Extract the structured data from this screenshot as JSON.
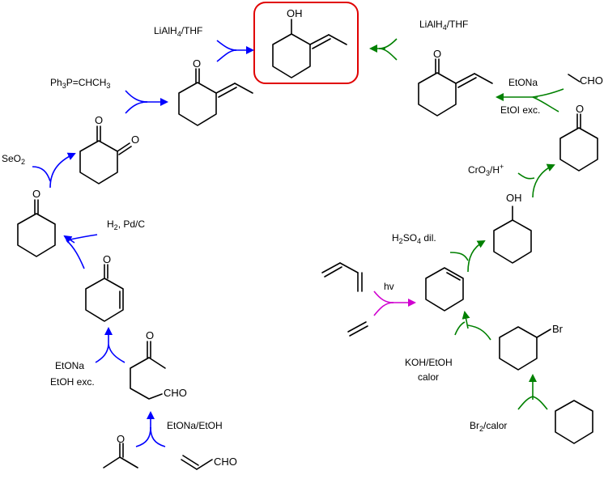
{
  "colors": {
    "blue_route": "#0000ff",
    "green_route": "#008000",
    "photo_step": "#d000d0",
    "target_box": "#e00000",
    "bonds": "#000000"
  },
  "target": {
    "oh": "OH"
  },
  "molecule_labels": {
    "cho_hexanal": "CHO",
    "cho_acrolein": "CHO",
    "cho_acetaldehyde": "CHO",
    "br": "Br",
    "oh_cyclohexanol": "OH"
  },
  "reagents": {
    "lialh4_left": {
      "main": "LiAlH",
      "sub": "4",
      "rest": "/THF"
    },
    "lialh4_right": {
      "main": "LiAlH",
      "sub": "4",
      "rest": "/THF"
    },
    "wittig": {
      "main": "Ph",
      "sub": "3",
      "rest": "P=CHCH",
      "sub2": "3"
    },
    "seo2": {
      "main": "SeO",
      "sub": "2"
    },
    "h2_pdc": {
      "main": "H",
      "sub": "2",
      "rest": ", Pd/C"
    },
    "etona_1": "EtONa",
    "etoh_exc": "EtOH exc.",
    "etona_etoh": "EtONa/EtOH",
    "etona_2": "EtONa",
    "etoi_exc": "EtOI exc.",
    "cro3": {
      "main": "CrO",
      "sub": "3",
      "rest": "/H",
      "sup": "+"
    },
    "h2so4": {
      "main": "H",
      "sub": "2",
      "rest": "SO",
      "sub2": "4",
      "rest2": " dil."
    },
    "hv": "hv",
    "koh": "KOH/EtOH",
    "calor": "calor",
    "br2": {
      "main": "Br",
      "sub": "2",
      "rest": "/calor"
    }
  }
}
